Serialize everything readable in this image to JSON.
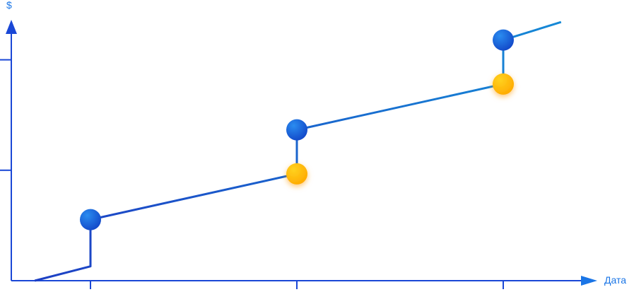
{
  "chart_data": {
    "type": "line",
    "xlabel": "Дата",
    "ylabel": "$",
    "x_ticks": 3,
    "y_ticks": 2,
    "xlim": [
      -0.4,
      2.8
    ],
    "ylim": [
      0,
      2.5
    ],
    "grid": false,
    "points": [
      {
        "x": -0.27,
        "y": 0.0,
        "kind": "line"
      },
      {
        "x": 0.0,
        "y": 0.16,
        "kind": "line"
      },
      {
        "x": 0.0,
        "y": 0.68,
        "kind": "deposit"
      },
      {
        "x": 1.0,
        "y": 1.19,
        "kind": "accrual"
      },
      {
        "x": 1.0,
        "y": 1.68,
        "kind": "deposit"
      },
      {
        "x": 2.0,
        "y": 2.19,
        "kind": "accrual"
      },
      {
        "x": 2.0,
        "y": 2.68,
        "kind": "deposit"
      },
      {
        "x": 2.28,
        "y": 2.88,
        "kind": "line"
      }
    ],
    "colors": {
      "axis": "#1a47d6",
      "line_start": "#1d3fc4",
      "line_end": "#1689d6",
      "deposit_light": "#2a8cf0",
      "deposit_dark": "#1248c8",
      "accrual_light": "#ffd21f",
      "accrual_dark": "#ffaa00"
    }
  }
}
